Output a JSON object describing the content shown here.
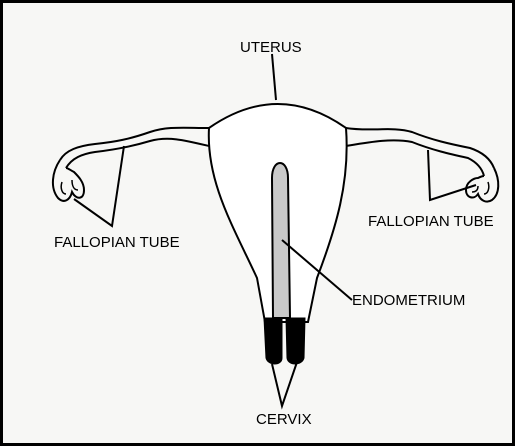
{
  "labels": {
    "uterus": "UTERUS",
    "fallopian_tube_left": "FALLOPIAN TUBE",
    "fallopian_tube_right": "FALLOPIAN TUBE",
    "endometrium": "ENDOMETRIUM",
    "cervix": "CERVIX"
  },
  "colors": {
    "background": "#ffffff",
    "paper": "#f7f7f5",
    "ink": "#000000",
    "frame": "#000000"
  }
}
